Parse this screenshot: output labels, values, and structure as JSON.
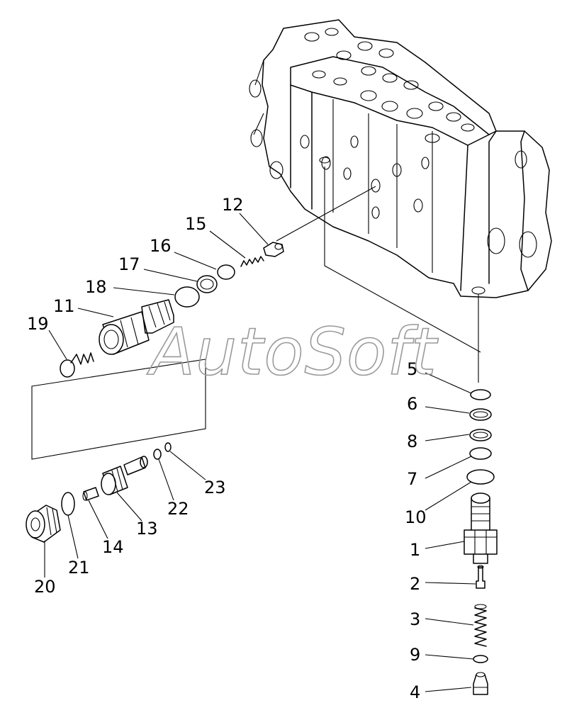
{
  "watermark": {
    "text": "AutoSoft"
  },
  "part_labels": {
    "p1": "1",
    "p2": "2",
    "p3": "3",
    "p4": "4",
    "p5": "5",
    "p6": "6",
    "p7": "7",
    "p8": "8",
    "p9": "9",
    "p10": "10",
    "p11": "11",
    "p12": "12",
    "p13": "13",
    "p14": "14",
    "p15": "15",
    "p16": "16",
    "p17": "17",
    "p18": "18",
    "p19": "19",
    "p20": "20",
    "p21": "21",
    "p22": "22",
    "p23": "23"
  }
}
